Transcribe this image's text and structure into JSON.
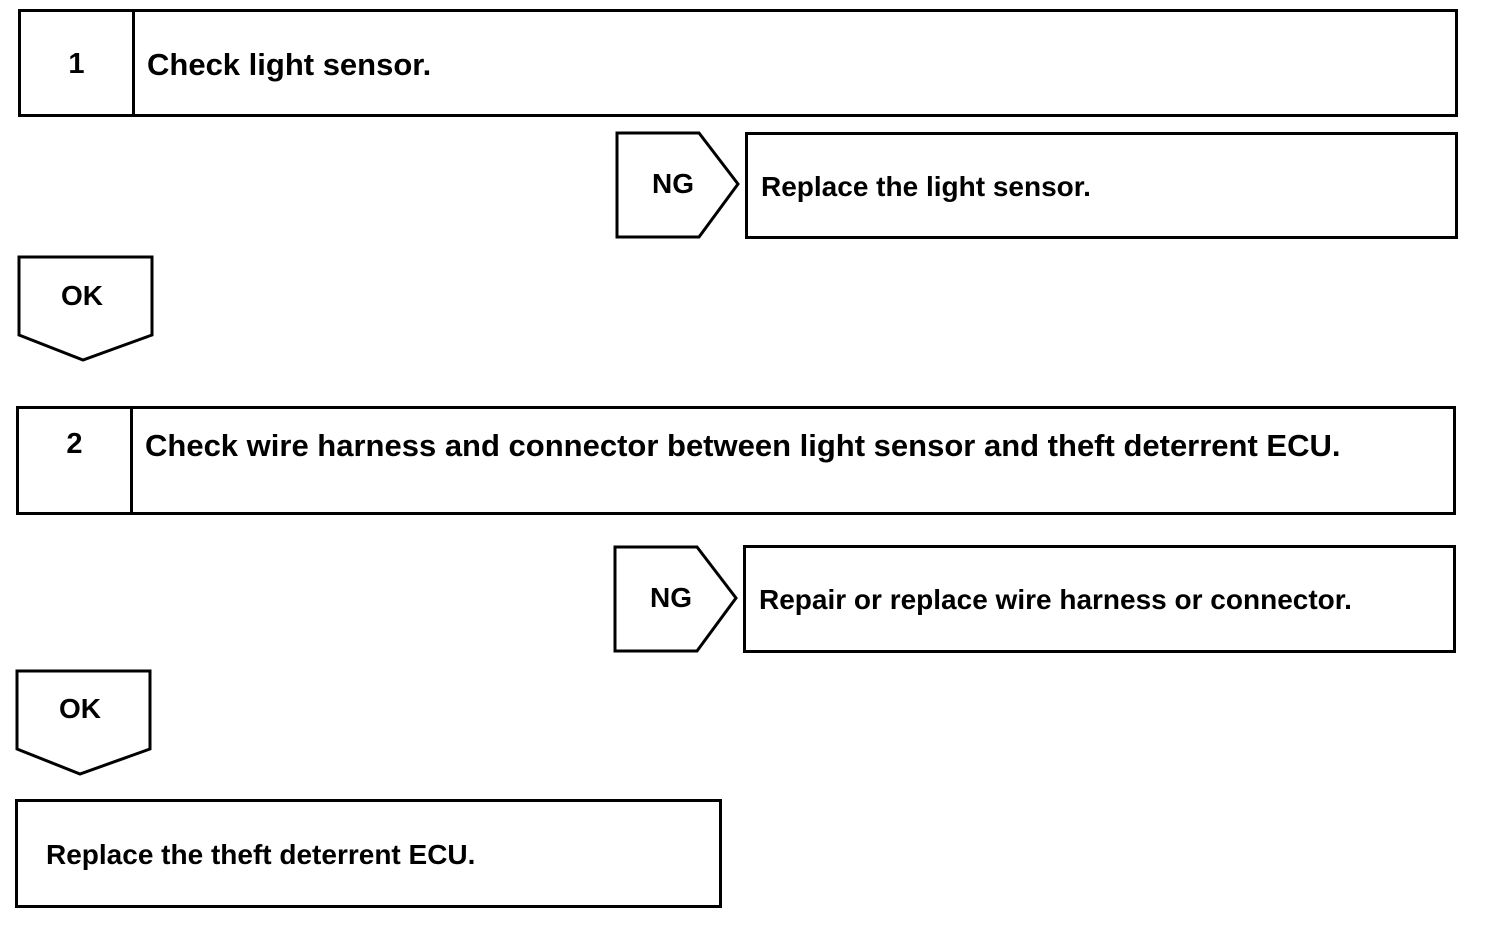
{
  "steps": [
    {
      "number": "1",
      "text": "Check light sensor."
    },
    {
      "number": "2",
      "text": "Check wire harness and connector between light sensor and theft deterrent ECU."
    }
  ],
  "ng_branches": [
    {
      "label": "NG",
      "action": "Replace the light sensor."
    },
    {
      "label": "NG",
      "action": "Repair or replace wire harness or connector."
    }
  ],
  "ok_labels": [
    "OK",
    "OK"
  ],
  "final_action": "Replace the theft deterrent ECU."
}
